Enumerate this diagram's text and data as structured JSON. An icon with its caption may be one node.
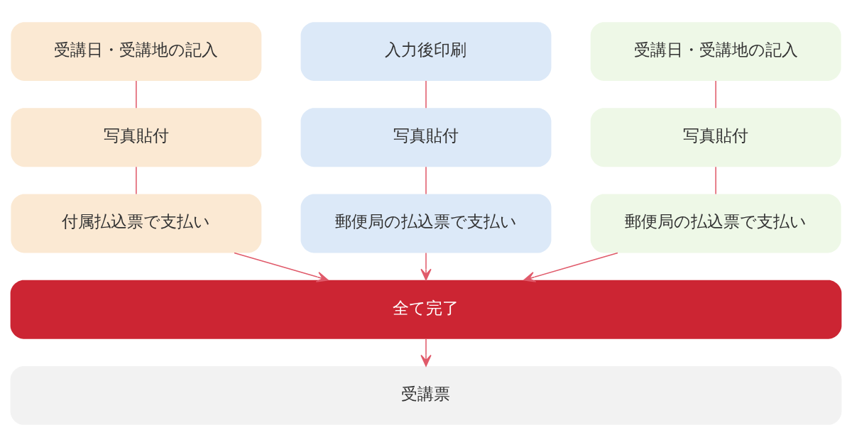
{
  "diagram": {
    "nodes": [
      {
        "text": [
          "受講日・受講地の記入"
        ]
      },
      {
        "text": [
          "入力後印刷"
        ]
      },
      {
        "text": [
          "受講日・受講地の記入"
        ]
      },
      {
        "text": [
          "写真貼付"
        ]
      },
      {
        "text": [
          "写真貼付"
        ]
      },
      {
        "text": [
          "写真貼付"
        ]
      },
      {
        "text": [
          "付属払込票で支払い"
        ]
      },
      {
        "text": [
          "郵便局の払込票で支払い"
        ]
      },
      {
        "text": [
          "郵便局の払込票で支払い"
        ]
      },
      {
        "text": [
          "全て完了"
        ]
      },
      {
        "text": [
          "受講票"
        ]
      }
    ],
    "edges": [
      {
        "from": 0,
        "to": 3,
        "arrow": "none"
      },
      {
        "from": 1,
        "to": 4,
        "arrow": "none"
      },
      {
        "from": 2,
        "to": 5,
        "arrow": "none"
      },
      {
        "from": 3,
        "to": 6,
        "arrow": "none"
      },
      {
        "from": 4,
        "to": 7,
        "arrow": "none"
      },
      {
        "from": 5,
        "to": 8,
        "arrow": "none"
      },
      {
        "from": 6,
        "to": 9,
        "arrow": "to"
      },
      {
        "from": 7,
        "to": 9,
        "arrow": "to"
      },
      {
        "from": 8,
        "to": 9,
        "arrow": "to"
      },
      {
        "from": 9,
        "to": 10,
        "arrow": "to"
      }
    ]
  }
}
